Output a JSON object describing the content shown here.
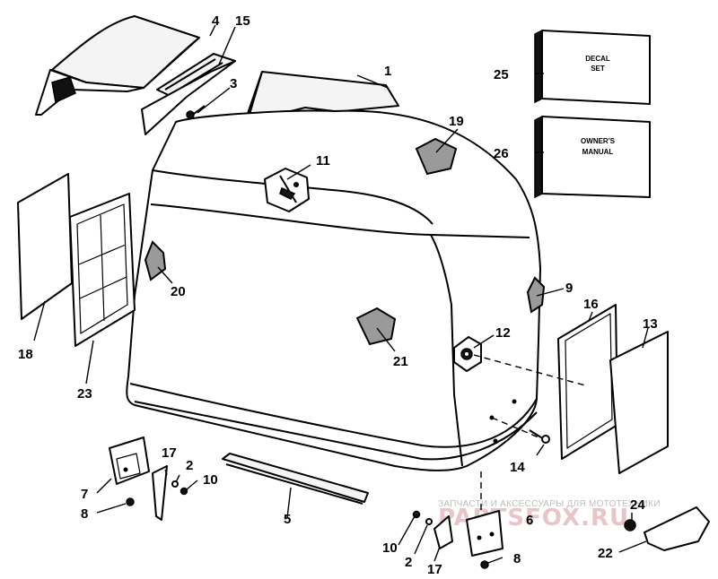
{
  "callouts": [
    {
      "id": "c1",
      "number": "1"
    },
    {
      "id": "c2a",
      "number": "2"
    },
    {
      "id": "c2b",
      "number": "2"
    },
    {
      "id": "c3",
      "number": "3"
    },
    {
      "id": "c4",
      "number": "4"
    },
    {
      "id": "c5",
      "number": "5"
    },
    {
      "id": "c6",
      "number": "6"
    },
    {
      "id": "c7",
      "number": "7"
    },
    {
      "id": "c8a",
      "number": "8"
    },
    {
      "id": "c8b",
      "number": "8"
    },
    {
      "id": "c9",
      "number": "9"
    },
    {
      "id": "c10a",
      "number": "10"
    },
    {
      "id": "c10b",
      "number": "10"
    },
    {
      "id": "c11",
      "number": "11"
    },
    {
      "id": "c12",
      "number": "12"
    },
    {
      "id": "c13",
      "number": "13"
    },
    {
      "id": "c14",
      "number": "14"
    },
    {
      "id": "c15",
      "number": "15"
    },
    {
      "id": "c16",
      "number": "16"
    },
    {
      "id": "c17a",
      "number": "17"
    },
    {
      "id": "c17b",
      "number": "17"
    },
    {
      "id": "c18",
      "number": "18"
    },
    {
      "id": "c19",
      "number": "19"
    },
    {
      "id": "c20",
      "number": "20"
    },
    {
      "id": "c21",
      "number": "21"
    },
    {
      "id": "c22",
      "number": "22"
    },
    {
      "id": "c23",
      "number": "23"
    },
    {
      "id": "c24",
      "number": "24"
    },
    {
      "id": "c25",
      "number": "25"
    },
    {
      "id": "c26",
      "number": "26"
    }
  ],
  "decal_box": {
    "line1": "DECAL",
    "line2": "SET"
  },
  "manual_box": {
    "line1": "OWNER'S",
    "line2": "MANUAL"
  },
  "watermark": {
    "subtitle": "ЗАПЧАСТИ И АКСЕССУАРЫ ДЛЯ МОТОТЕХНИКИ",
    "logo": "PARTSFOX.RU"
  }
}
